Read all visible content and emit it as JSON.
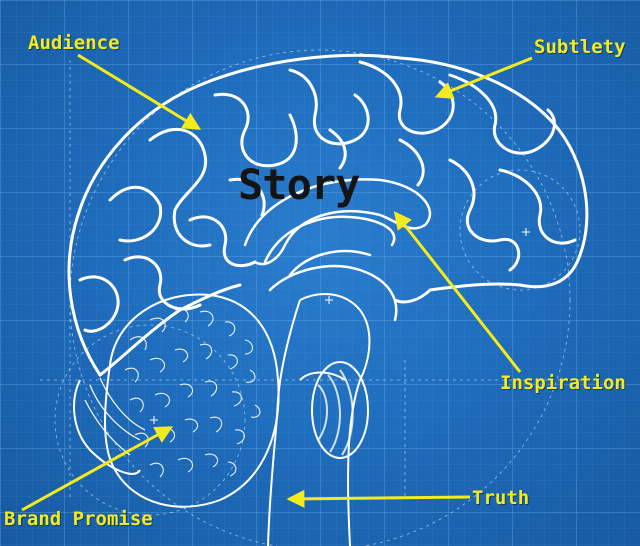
{
  "diagram": {
    "center_label": "Story",
    "labels": {
      "audience": "Audience",
      "subtlety": "Subtlety",
      "inspiration": "Inspiration",
      "truth": "Truth",
      "brand_promise": "Brand Promise"
    }
  },
  "colors": {
    "background": "#1f6dbd",
    "grid": "#5a9be0",
    "lines": "#ffffff",
    "label": "#f4ea1c",
    "story_text": "#141414"
  }
}
